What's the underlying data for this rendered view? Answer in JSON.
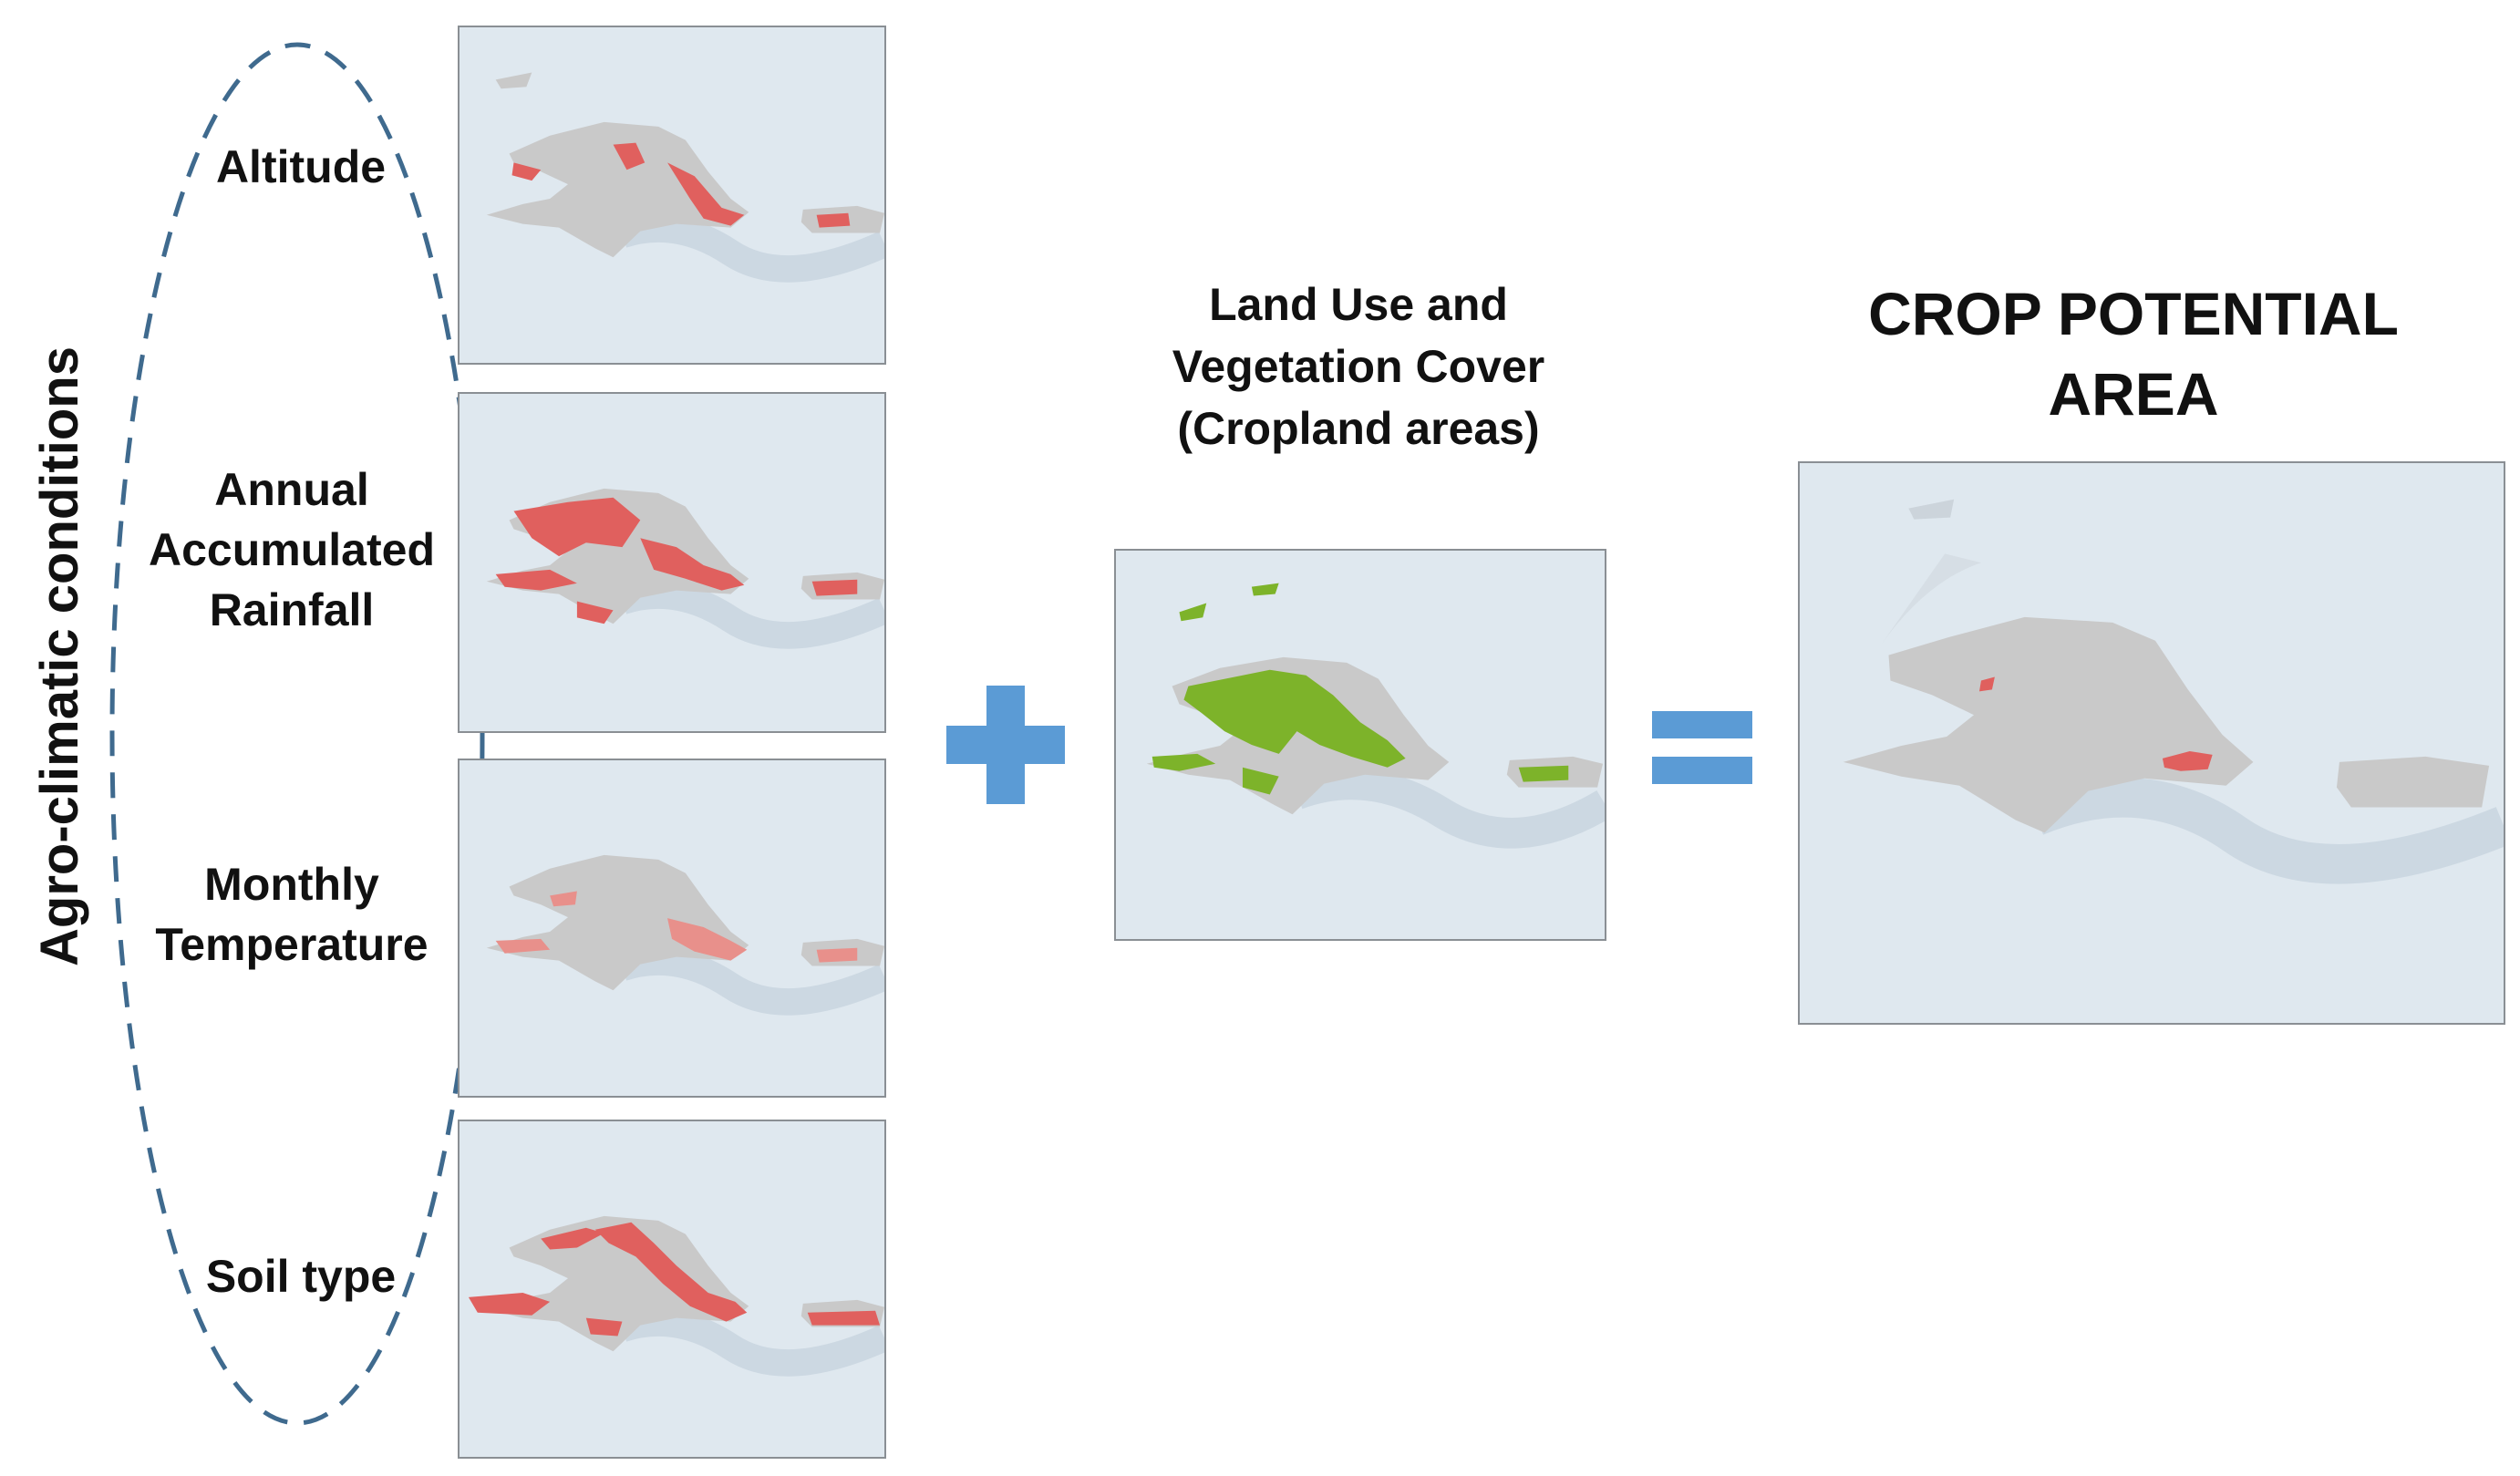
{
  "diagram": {
    "group_label": "Agro-climatic conditions",
    "factors": [
      {
        "label": "Altitude"
      },
      {
        "label": "Annual\nAccumulated\nRainfall"
      },
      {
        "label": "Monthly\nTemperature"
      },
      {
        "label": "Soil type"
      }
    ],
    "land_use_title": "Land Use and\nVegetation Cover\n(Cropland areas)",
    "result_title": "CROP POTENTIAL\nAREA",
    "operators": {
      "plus": "plus-symbol",
      "equals": "equals-symbol"
    }
  },
  "colors": {
    "ocean": "#dfe8ef",
    "land": "#c9c9c9",
    "suitable_red": "#e0605e",
    "cropland_green": "#7db32a",
    "operator_blue": "#5b9bd5",
    "ellipse_dash": "#3f6a8e"
  }
}
